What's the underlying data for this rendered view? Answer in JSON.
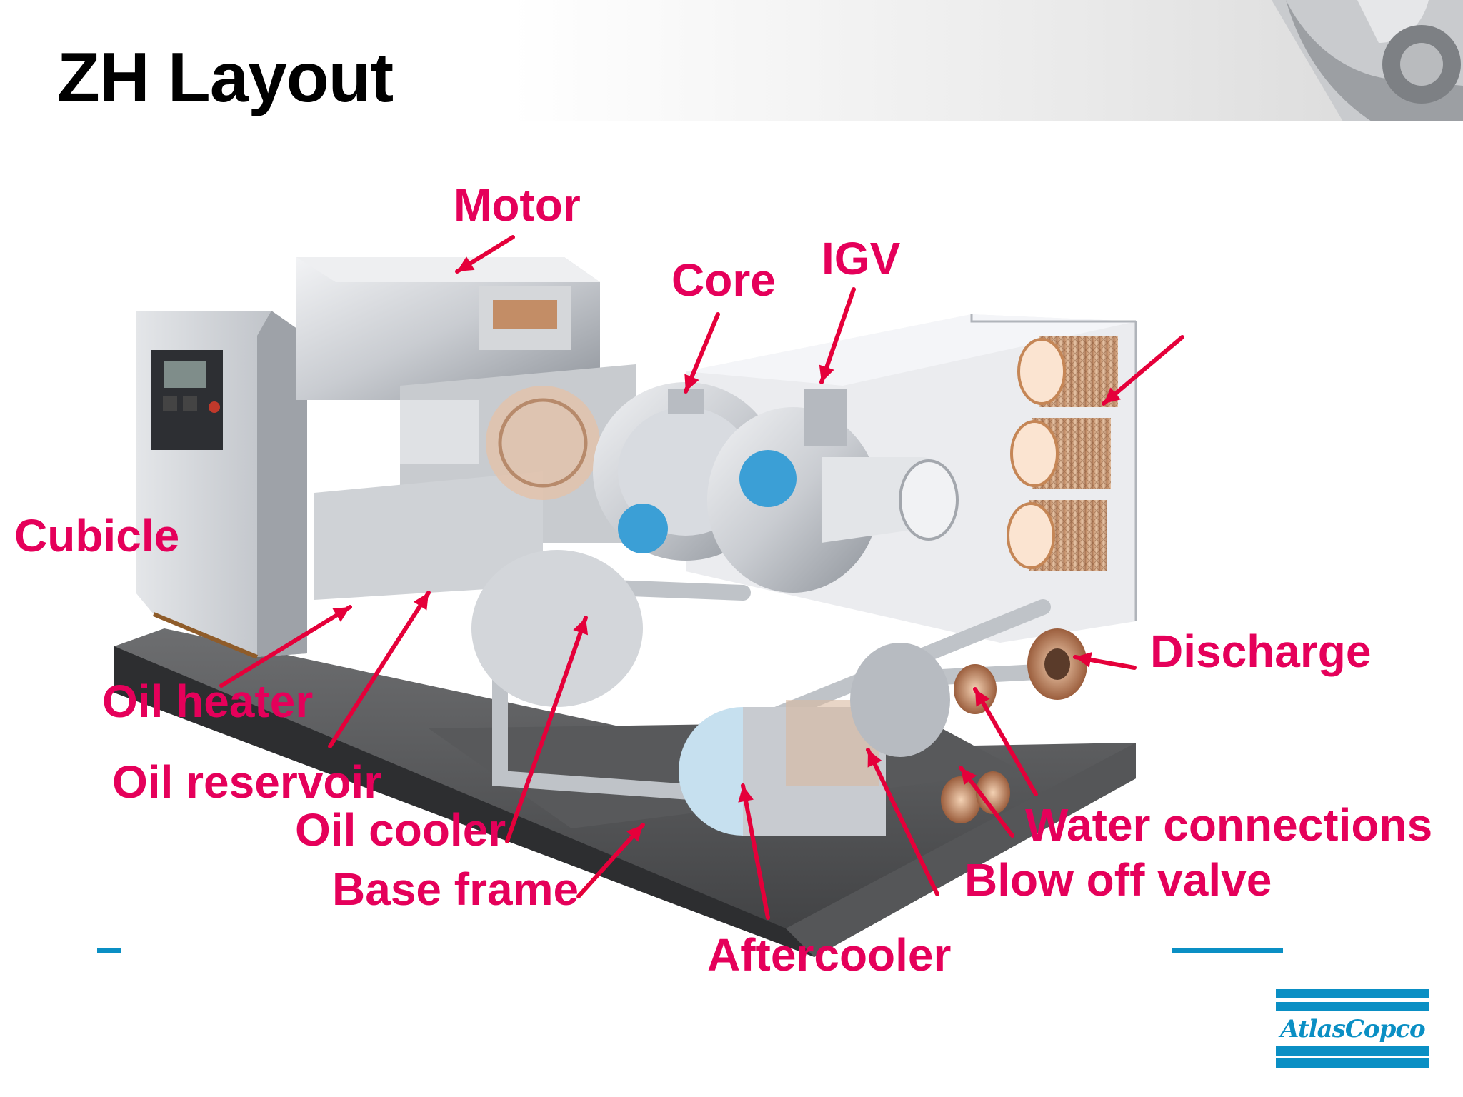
{
  "slide": {
    "title": "ZH Layout",
    "logo_text": "AtlasCopco",
    "colors": {
      "label": "#e5005a",
      "arrow": "#e5003a",
      "logo": "#0a8fc4",
      "accent_line": "#0a8fc4"
    },
    "labels": [
      {
        "key": "motor",
        "text": "Motor"
      },
      {
        "key": "core",
        "text": "Core"
      },
      {
        "key": "igv",
        "text": "IGV"
      },
      {
        "key": "cubicle",
        "text": "Cubicle"
      },
      {
        "key": "discharge",
        "text": "Discharge"
      },
      {
        "key": "oil_heater",
        "text": "Oil heater"
      },
      {
        "key": "oil_reservoir",
        "text": "Oil reservoir"
      },
      {
        "key": "oil_cooler",
        "text": "Oil cooler"
      },
      {
        "key": "base_frame",
        "text": "Base frame"
      },
      {
        "key": "water_connections",
        "text": "Water connections"
      },
      {
        "key": "blow_off_valve",
        "text": "Blow off valve"
      },
      {
        "key": "aftercooler",
        "text": "Aftercooler"
      }
    ]
  }
}
